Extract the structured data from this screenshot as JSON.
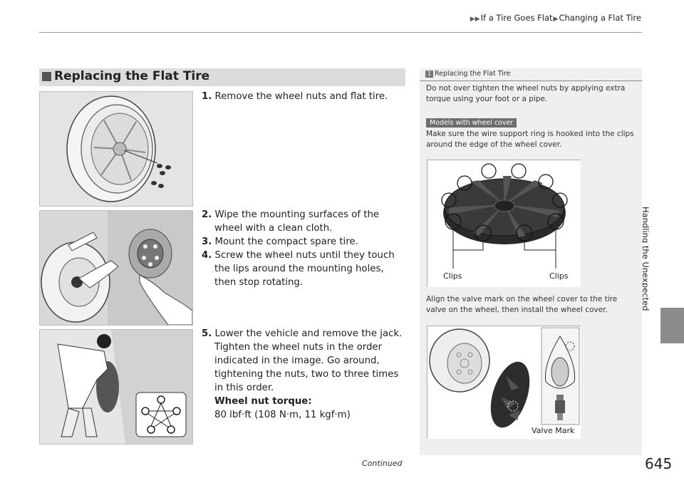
{
  "breadcrumb": {
    "part1": "If a Tire Goes Flat",
    "part2": "Changing a Flat Tire"
  },
  "side_tab": {
    "label": "Handling the Unexpected"
  },
  "section": {
    "title": "Replacing the Flat Tire"
  },
  "steps": {
    "s1": {
      "num": "1.",
      "text": "Remove the wheel nuts and flat tire."
    },
    "s2": {
      "num": "2.",
      "text": "Wipe the mounting surfaces of the wheel with a clean cloth."
    },
    "s3": {
      "num": "3.",
      "text": "Mount the compact spare tire."
    },
    "s4": {
      "num": "4.",
      "text": "Screw the wheel nuts until they touch the lips around the mounting holes, then stop rotating."
    },
    "s5": {
      "num": "5.",
      "text": "Lower the vehicle and remove the jack. Tighten the wheel nuts in the order indicated in the image. Go around, tightening the nuts, two to three times in this order."
    },
    "torque_label": "Wheel nut torque:",
    "torque_value": "80 lbf·ft (108 N·m, 11 kgf·m)"
  },
  "side_panel": {
    "header": "Replacing the Flat Tire",
    "note1": "Do not over tighten the wheel nuts by applying extra torque using your foot or a pipe.",
    "badge": "Models with wheel cover",
    "note2": "Make sure the wire support ring is hooked into the clips around the edge of the wheel cover.",
    "clips_left": "Clips",
    "clips_right": "Clips",
    "note3": "Align the valve mark on the wheel cover to the tire valve on the wheel, then install the wheel cover.",
    "valve_mark": "Valve Mark"
  },
  "footer": {
    "continued": "Continued",
    "page_number": "645"
  }
}
